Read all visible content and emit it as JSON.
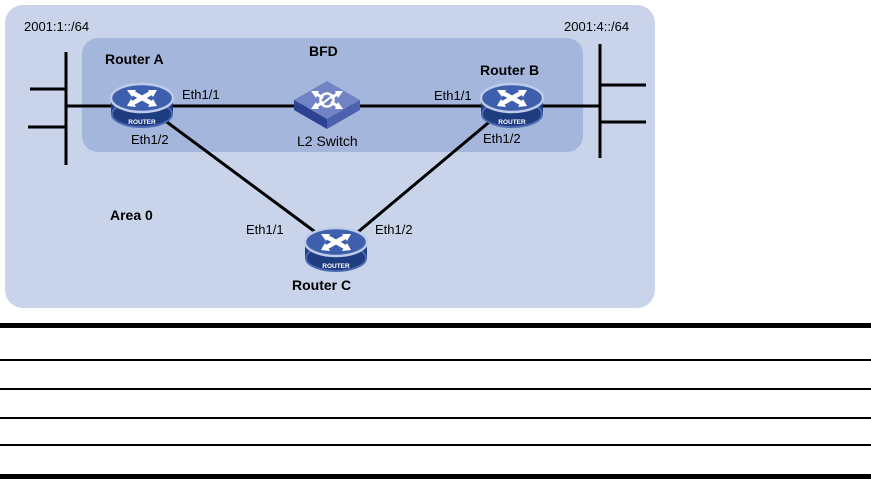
{
  "diagram": {
    "area_label": "Area 0",
    "bfd_label": "BFD",
    "router_badge": "ROUTER",
    "networks": [
      {
        "label": "2001:1::/64",
        "side": "left"
      },
      {
        "label": "2001:4::/64",
        "side": "right"
      }
    ],
    "devices": [
      {
        "name": "Router A",
        "type": "router",
        "interfaces": [
          "Eth1/1",
          "Eth1/2"
        ]
      },
      {
        "name": "Router B",
        "type": "router",
        "interfaces": [
          "Eth1/1",
          "Eth1/2"
        ]
      },
      {
        "name": "Router C",
        "type": "router",
        "interfaces": [
          "Eth1/1",
          "Eth1/2"
        ]
      },
      {
        "name": "L2 Switch",
        "type": "l2-switch"
      }
    ],
    "links": [
      {
        "from": "Router A Eth1/1",
        "to": "L2 Switch"
      },
      {
        "from": "L2 Switch",
        "to": "Router B Eth1/1"
      },
      {
        "from": "Router A Eth1/2",
        "to": "Router C Eth1/1"
      },
      {
        "from": "Router B Eth1/2",
        "to": "Router C Eth1/2"
      },
      {
        "from": "Router A",
        "to": "2001:1::/64 LAN segment"
      },
      {
        "from": "Router B",
        "to": "2001:4::/64 LAN segment"
      }
    ],
    "colors": {
      "outer_region": "#c9d4ea",
      "bfd_region": "#a4b6db",
      "router_top": "#3d5fae",
      "router_base": "#1e3c80",
      "router_rim": "#bfcbe8",
      "switch_top": "#7283c5",
      "switch_side_left": "#2c4292",
      "switch_side_right": "#4d62ae",
      "link_line": "#000000"
    }
  },
  "table": {
    "style": "horizontal rules only, no visible text",
    "row_count": 5,
    "rows": [
      "",
      "",
      "",
      "",
      ""
    ]
  }
}
